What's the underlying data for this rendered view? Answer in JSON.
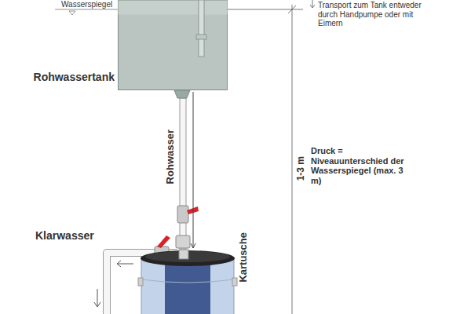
{
  "diagram": {
    "nodes": [
      {
        "text": [
          "Rohwassertank"
        ]
      },
      {
        "text": [
          "Kartusche"
        ]
      }
    ],
    "edges": [
      {
        "from": 0,
        "to": 1,
        "label": "Rohwasser",
        "arrow": "to"
      }
    ],
    "labels": [
      "Wasserspiegel",
      "Transport zum Tank entweder durch Handpumpe oder mit Eimern",
      "1-3 m",
      "Druck = Niveauunterschied der Wasserspiegel (max. 3 m)",
      "Klarwasser"
    ]
  }
}
